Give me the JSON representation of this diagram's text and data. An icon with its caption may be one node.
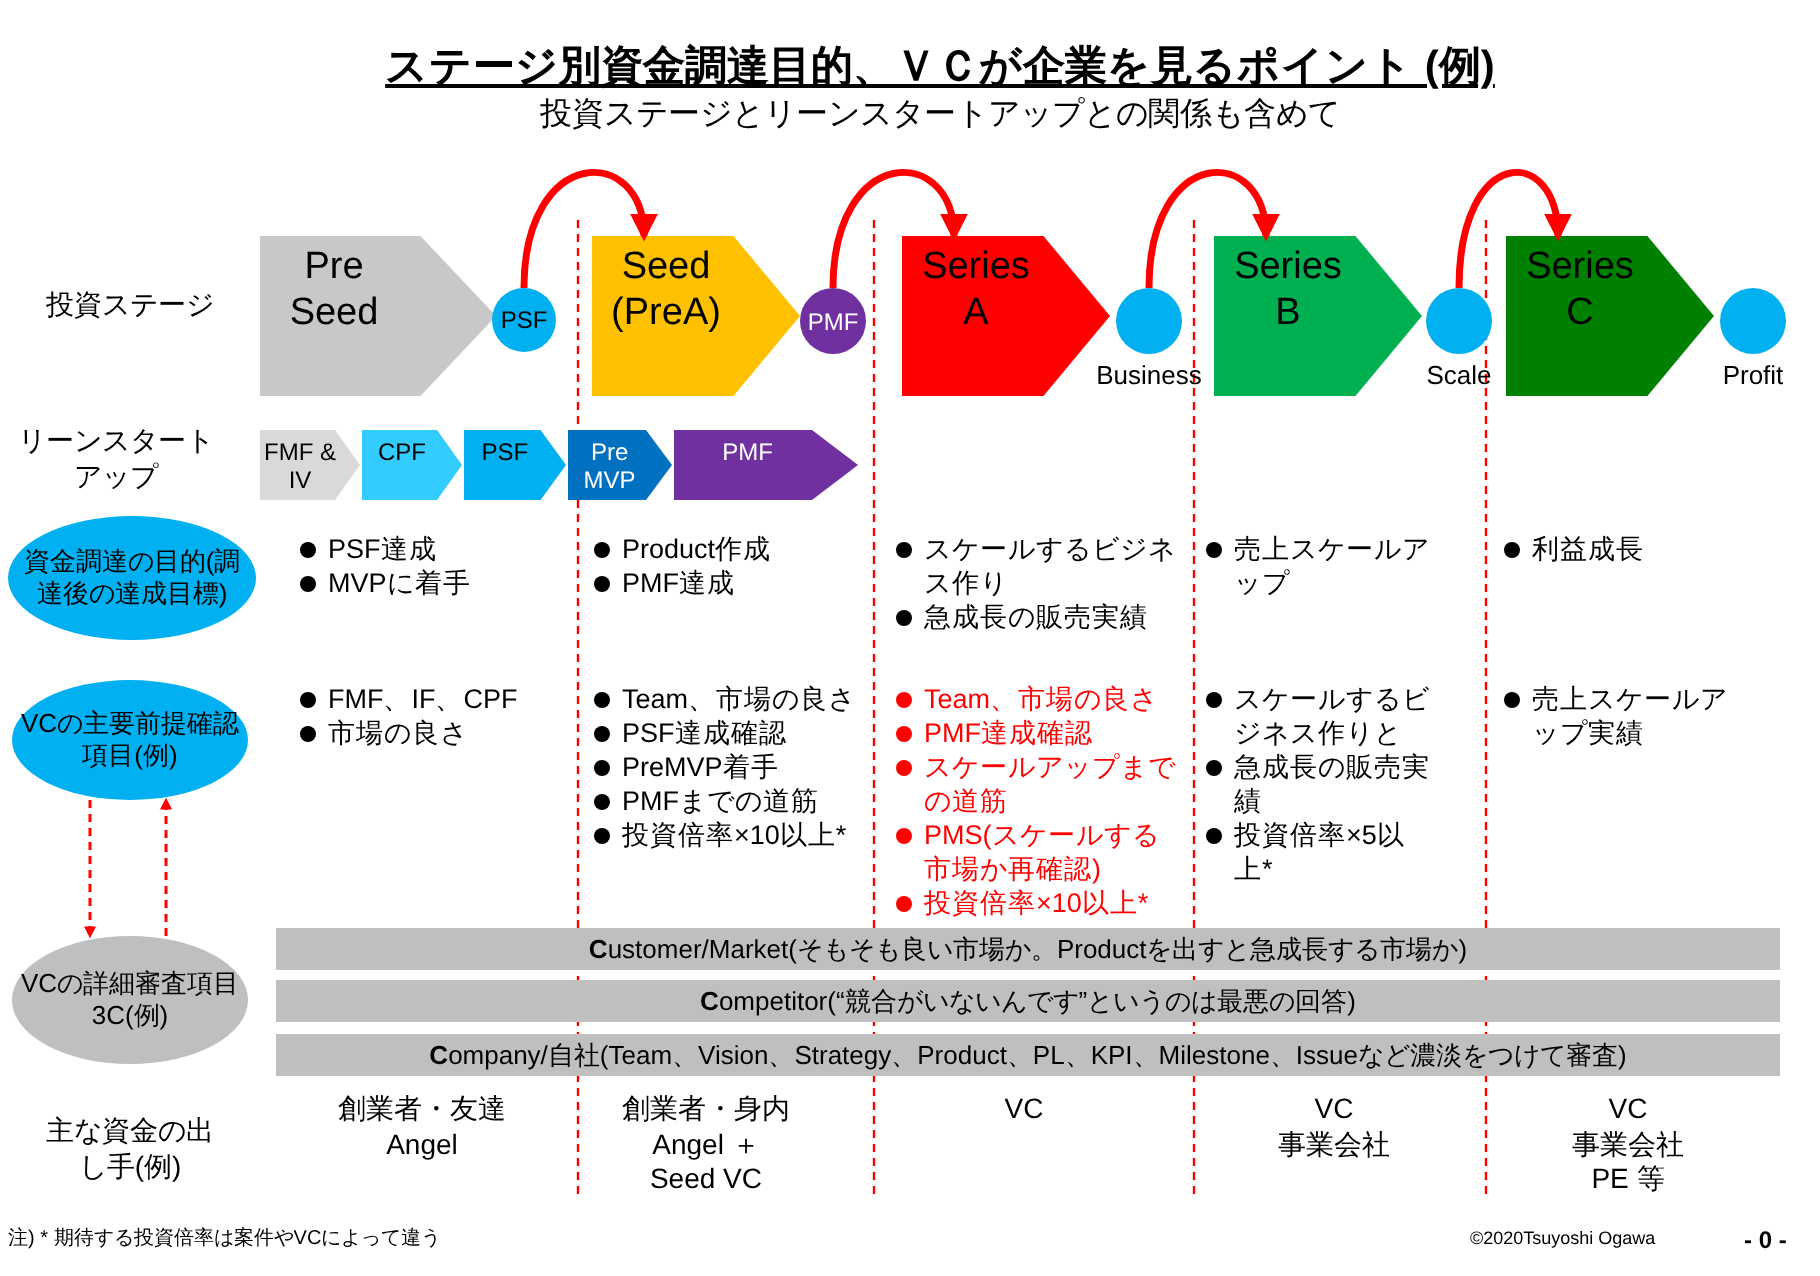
{
  "diagram": {
    "title": "ステージ別資金調達目的、ＶＣが企業を見るポイント (例)",
    "nodes": [
      {
        "text": [
          "Pre Seed"
        ]
      },
      {
        "text": [
          "PSF"
        ]
      },
      {
        "text": [
          "Seed (PreA)"
        ]
      },
      {
        "text": [
          "PMF"
        ]
      },
      {
        "text": [
          "Series A"
        ]
      },
      {
        "text": [],
        "shape": "circle",
        "beside": [
          "Business"
        ]
      },
      {
        "text": [
          "Series B"
        ]
      },
      {
        "text": [],
        "shape": "circle",
        "beside": [
          "Scale"
        ]
      },
      {
        "text": [
          "Series C"
        ]
      },
      {
        "text": [],
        "shape": "circle",
        "beside": [
          "Profit"
        ]
      },
      {
        "text": [
          "FMF & IV"
        ]
      },
      {
        "text": [
          "CPF"
        ]
      },
      {
        "text": [
          "PSF"
        ]
      },
      {
        "text": [
          "Pre MVP"
        ]
      },
      {
        "text": [
          "PMF"
        ]
      },
      {
        "text": [
          "資金調達の目的(調達後の達成目標)"
        ]
      },
      {
        "text": [
          "VCの主要前提確認項目(例)"
        ]
      },
      {
        "text": [
          "VCの詳細審査項目3C(例)"
        ]
      },
      {
        "text": [
          "**C**ustomer/Market(そもそも良い市場か。Productを出すと急成長する市場か)"
        ]
      },
      {
        "text": [
          "**C**ompetitor(“競合がいないんです”というのは最悪の回答)"
        ]
      },
      {
        "text": [
          "**C**ompany/自社(Team、Vision、Strategy、Product、PL、KPI、Milestone、Issueなど濃淡をつけて審査)"
        ]
      }
    ],
    "edges": [
      {
        "from": 1,
        "to": 2,
        "arrow": "to"
      },
      {
        "from": 3,
        "to": 4,
        "arrow": "to"
      },
      {
        "from": 5,
        "to": 6,
        "arrow": "to"
      },
      {
        "from": 7,
        "to": 8,
        "arrow": "to"
      },
      {
        "from": 16,
        "to": 17,
        "arrow": "to",
        "style": "dashed"
      },
      {
        "from": 17,
        "to": 16,
        "arrow": "to",
        "style": "dashed"
      }
    ],
    "labels": [
      "投資ステージとリーンスタートアップとの関係も含めて",
      "投資ステージ",
      "リーンスタートアップ",
      "PSF達成",
      "MVPに着手",
      "Product作成",
      "PMF達成",
      "スケールするビジネス作り",
      "急成長の販売実績",
      "売上スケールアップ",
      "利益成長",
      "FMF、IF、CPF",
      "市場の良さ",
      "Team、市場の良さ",
      "PSF達成確認",
      "PreMVP着手",
      "PMFまでの道筋",
      "投資倍率×10以上*",
      "Team、市場の良さ",
      "PMF達成確認",
      "スケールアップまでの道筋",
      "PMS(スケールする市場か再確認)",
      "投資倍率×10以上*",
      "スケールするビジネス作りと",
      "急成長の販売実績",
      "投資倍率×5以上*",
      "売上スケールアップ実績",
      "主な資金の出し手(例)",
      "創業者・友達 Angel",
      "創業者・身内 Angel ＋Seed VC",
      "VC",
      "VC 事業会社",
      "VC 事業会社 PE 等",
      "注) * 期待する投資倍率は案件やVCによって違う",
      "©2020Tsuyoshi Ogawa",
      "- 0 -"
    ]
  }
}
